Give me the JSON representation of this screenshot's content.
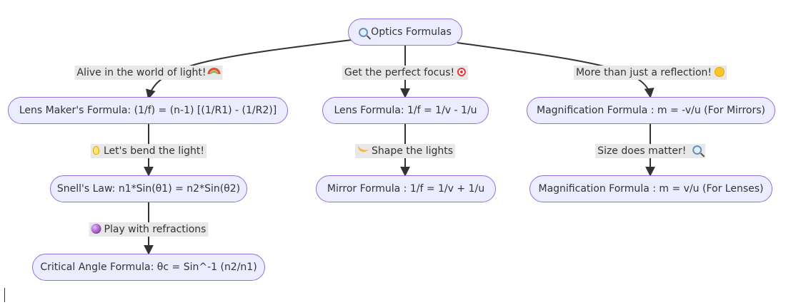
{
  "diagram": {
    "root": {
      "label": "Optics Formulas",
      "icon": "magnifier-icon"
    },
    "branches": [
      {
        "edge_label": "Alive in the world of light!",
        "edge_icon": "rainbow-icon",
        "node": "Lens Maker's Formula: (1/f) = (n-1) [(1/R1) - (1/R2)]",
        "children": [
          {
            "edge_label": "Let's bend the light!",
            "edge_icon": "light-bulb-icon",
            "node": "Snell's Law: n1*Sin(θ1) = n2*Sin(θ2)"
          },
          {
            "edge_label": "Play with refractions",
            "edge_icon": "crystal-ball-icon",
            "node": "Critical Angle Formula: θc = Sin^-1 (n2/n1)"
          }
        ]
      },
      {
        "edge_label": "Get the perfect focus!",
        "edge_icon": "target-icon",
        "node": "Lens Formula: 1/f = 1/v - 1/u",
        "children": [
          {
            "edge_label": "Shape the lights",
            "edge_icon": "light-ray-icon",
            "node": "Mirror Formula : 1/f = 1/v + 1/u"
          }
        ]
      },
      {
        "edge_label": "More than just a reflection!",
        "edge_icon": "sun-icon",
        "node": "Magnification Formula : m = -v/u (For Mirrors)",
        "children": [
          {
            "edge_label": "Size does matter!",
            "edge_icon": "magnifier-icon",
            "node": "Magnification Formula : m = v/u (For Lenses)"
          }
        ]
      }
    ]
  },
  "colors": {
    "node_fill": "#ECECFF",
    "node_border": "#9370DB",
    "edge": "#333333",
    "label_bg": "#e8e8e8"
  }
}
